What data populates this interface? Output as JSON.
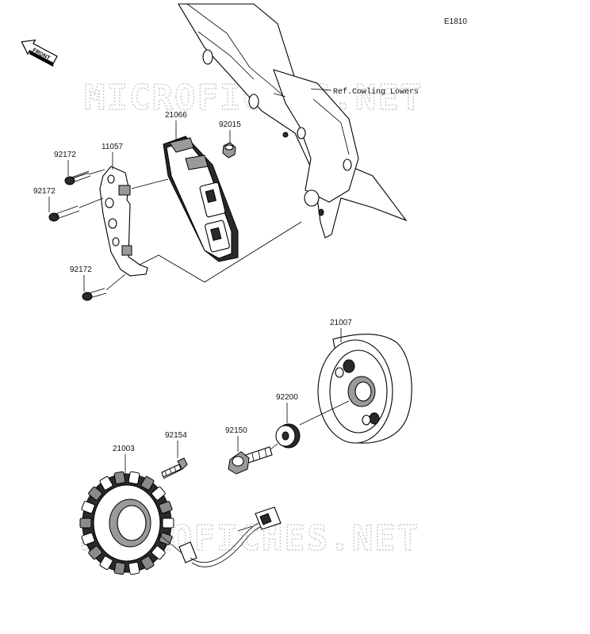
{
  "diagram_code": "E1810",
  "front_label": "FRONT",
  "reference_note": "Ref.Cowling Lowers",
  "watermark": "MICROFICHES.NET",
  "parts": {
    "regulator": "21066",
    "nut": "92015",
    "bracket": "11057",
    "bolt_upper": "92172",
    "bolt_middle": "92172",
    "bolt_lower": "92172",
    "rotor": "21007",
    "washer": "92200",
    "rotor_bolt": "92150",
    "stator_bolt": "92154",
    "stator": "21003"
  },
  "colors": {
    "line": "#000000",
    "watermark": "#c8c8c8",
    "background": "#ffffff"
  }
}
